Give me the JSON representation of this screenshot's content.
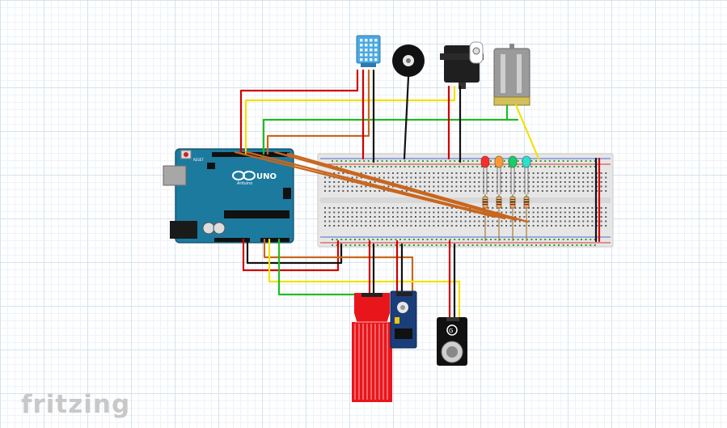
{
  "logo": {
    "text": "fritzing"
  },
  "arduino": {
    "model": "UNO",
    "brand": "Arduino",
    "reset_label": "RESET"
  },
  "sound_sensor": {
    "label": "G"
  },
  "colors": {
    "arduino_board": "#1c7a9f",
    "breadboard": "#e8e8e8",
    "rail_red": "#d33",
    "rail_blue": "#4a6fd1",
    "wire_red": "#d00000",
    "wire_yellow": "#f2e200",
    "wire_green": "#22bb22",
    "wire_orange": "#c8661d",
    "wire_black": "#111111",
    "water_sensor": "#e8161b",
    "module_pcb": "#1a3e7a",
    "dht_sensor": "#4ba9e2",
    "led_colors": [
      "#ff2a2a",
      "#ff9a2e",
      "#19cc6a",
      "#2de0d0"
    ]
  },
  "components": [
    "arduino-uno",
    "breadboard",
    "dht-sensor",
    "buzzer",
    "servo-motor",
    "dc-motor",
    "led-red",
    "led-orange",
    "led-green",
    "led-cyan",
    "water-level-sensor",
    "ir-sensor-module",
    "sound-sensor-module"
  ]
}
